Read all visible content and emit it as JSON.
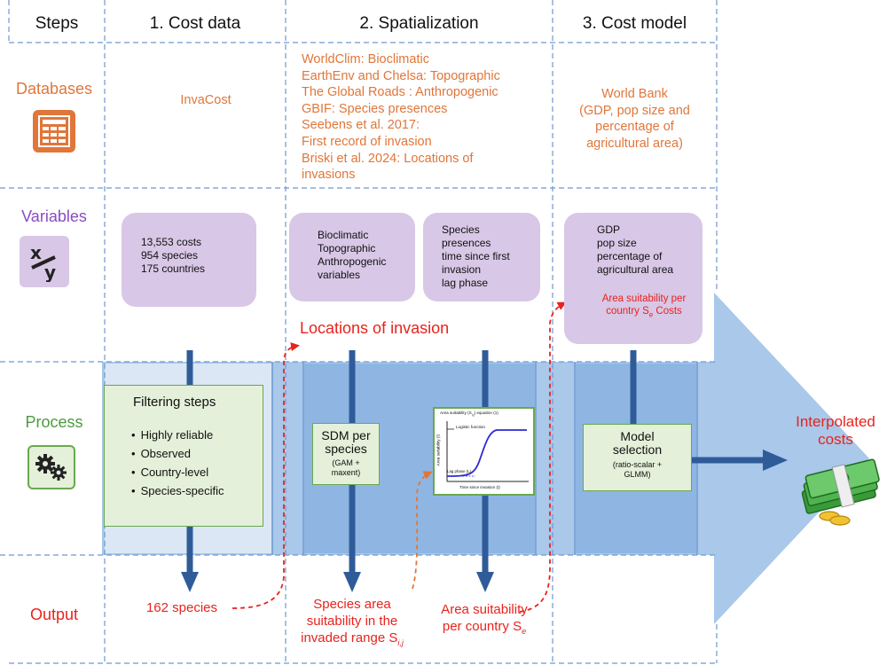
{
  "columns": {
    "steps": "Steps",
    "cost_data": "1. Cost data",
    "spatialization": "2. Spatialization",
    "cost_model": "3. Cost model"
  },
  "rows": {
    "databases": "Databases",
    "variables": "Variables",
    "process": "Process",
    "output": "Output"
  },
  "databases": {
    "cost_data": "InvaCost",
    "spatialization": [
      "WorldClim: Bioclimatic",
      "EarthEnv and Chelsa: Topographic",
      "The Global Roads : Anthropogenic",
      "GBIF: Species presences",
      "Seebens et al. 2017:",
      "First record of invasion",
      "Briski et al. 2024: Locations of",
      "invasions"
    ],
    "cost_model": [
      "World Bank",
      "(GDP, pop size and",
      "percentage of",
      "agricultural area)"
    ]
  },
  "variables": {
    "cost_data": [
      "13,553 costs",
      "954 species",
      "175 countries"
    ],
    "spatial_env": [
      "Bioclimatic",
      "Topographic",
      "Anthropogenic",
      "variables"
    ],
    "spatial_species": [
      "Species",
      "presences",
      "time since first",
      "invasion",
      "lag phase"
    ],
    "cost_model": [
      "GDP",
      "pop size",
      "percentage of",
      "agricultural area"
    ],
    "cost_model_red": [
      "Area suitability per",
      "country S",
      "e",
      " Costs"
    ],
    "locations": "Locations of invasion"
  },
  "process": {
    "filtering_title": "Filtering steps",
    "filtering_items": [
      "Highly reliable",
      "Observed",
      "Country-level",
      "Species-specific"
    ],
    "sdm_title": [
      "SDM per",
      "species"
    ],
    "sdm_sub": [
      "(GAM +",
      "maxent)"
    ],
    "model_title": [
      "Model",
      "selection"
    ],
    "model_sub": [
      "(ratio-scalar +",
      "GLMM)"
    ],
    "curve": {
      "title": "Area suitability (S",
      "title_sub": "i,j",
      "title_end": ") equation (1)",
      "legend": "Logistic function",
      "xlabel": "Time since invasion (t)",
      "ylabel": "Area suitability (S",
      "lag": "Lag phase (L)"
    }
  },
  "outputs": {
    "cost_data": "162 species",
    "species_area": [
      "Species area",
      "suitability in the",
      "invaded range S"
    ],
    "species_area_sub": "i,j",
    "country": [
      "Area suitability",
      "per country S"
    ],
    "country_sub": "e"
  },
  "final": [
    "Interpolated",
    "costs"
  ],
  "colors": {
    "orange": "#e0763a",
    "purple": "#8a4cc2",
    "green": "#4e9a3f",
    "red": "#e8231d",
    "blue_arrow": "#2f5c99",
    "band": "#a9c8ea"
  },
  "icons": [
    "spreadsheet-icon",
    "x-over-y-icon",
    "gears-icon",
    "money-stack-icon"
  ]
}
